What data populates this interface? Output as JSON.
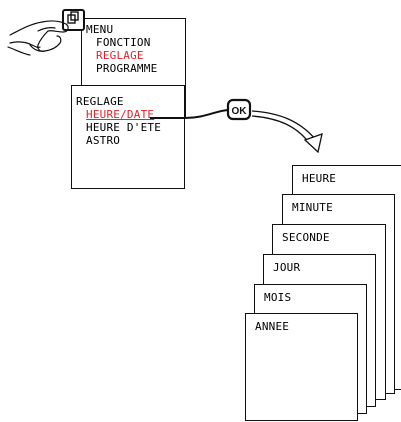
{
  "menu_screen": {
    "title": "MENU",
    "items": [
      "FONCTION",
      "REGLAGE",
      "PROGRAMME"
    ],
    "highlight_index": 1
  },
  "reglage_screen": {
    "title": "REGLAGE",
    "items": [
      "HEURE/DATE",
      "HEURE D'ETE",
      "ASTRO"
    ],
    "highlight_index": 0
  },
  "ok_button": {
    "label": "OK"
  },
  "stack": {
    "cards": [
      "HEURE",
      "MINUTE",
      "SECONDE",
      "JOUR",
      "MOIS",
      "ANNEE"
    ]
  },
  "colors": {
    "highlight": "#e8202a",
    "line": "#111111"
  },
  "icons": [
    "hand-pressing-icon",
    "menu-key-icon",
    "curved-arrow-icon"
  ]
}
